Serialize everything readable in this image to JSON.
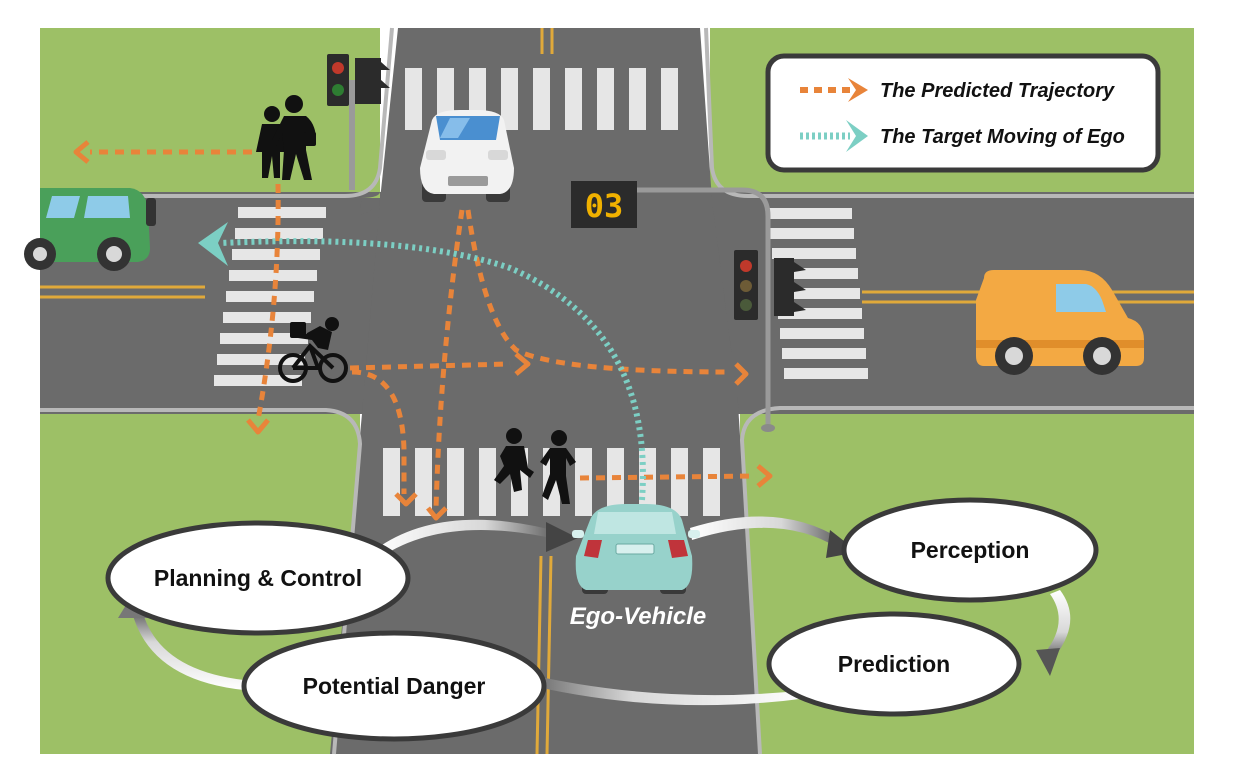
{
  "legend": {
    "predicted_trajectory": "The Predicted Trajectory",
    "target_moving": "The Target Moving of Ego"
  },
  "counter": "03",
  "ego_label": "Ego-Vehicle",
  "cycle": {
    "perception": "Perception",
    "prediction": "Prediction",
    "potential_danger": "Potential Danger",
    "planning_control": "Planning & Control"
  },
  "colors": {
    "grass": "#9dc066",
    "road": "#6b6b6b",
    "lane_yellow": "#e0a93a",
    "predicted_arrow": "#e8843a",
    "target_arrow": "#7ccfc4",
    "ego_car": "#97d2cb",
    "van": "#f3a943",
    "green_car": "#4aa05a",
    "counter_digits": "#f0b100"
  },
  "icons": [
    "pedestrian-pair-icon",
    "cyclist-icon",
    "running-pedestrians-icon",
    "traffic-light-icon",
    "countdown-display-icon",
    "legend-dashed-arrow-icon",
    "legend-dotted-arrow-icon"
  ]
}
